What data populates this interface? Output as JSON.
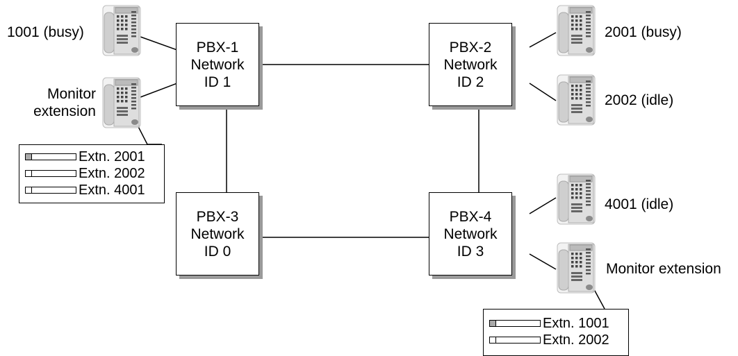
{
  "pbx_nodes": [
    {
      "name": "PBX-1",
      "network": "Network",
      "id": "ID 1"
    },
    {
      "name": "PBX-2",
      "network": "Network",
      "id": "ID 2"
    },
    {
      "name": "PBX-3",
      "network": "Network",
      "id": "ID 0"
    },
    {
      "name": "PBX-4",
      "network": "Network",
      "id": "ID 3"
    }
  ],
  "extensions": {
    "e1001": "1001 (busy)",
    "monitor_left_line1": "Monitor",
    "monitor_left_line2": "extension",
    "e2001": "2001 (busy)",
    "e2002": "2002 (idle)",
    "e4001": "4001 (idle)",
    "monitor_right": "Monitor extension"
  },
  "dss_left": [
    {
      "label": "Extn. 2001",
      "lamp": "lit"
    },
    {
      "label": "Extn. 2002",
      "lamp": "off"
    },
    {
      "label": "Extn. 4001",
      "lamp": "off"
    }
  ],
  "dss_right": [
    {
      "label": "Extn. 1001",
      "lamp": "lit"
    },
    {
      "label": "Extn. 2002",
      "lamp": "off"
    }
  ],
  "colors": {
    "line": "#000000",
    "shadow": "#9a9a9a",
    "phone_body": "#dedede",
    "lamp_lit": "#aaaaaa"
  }
}
